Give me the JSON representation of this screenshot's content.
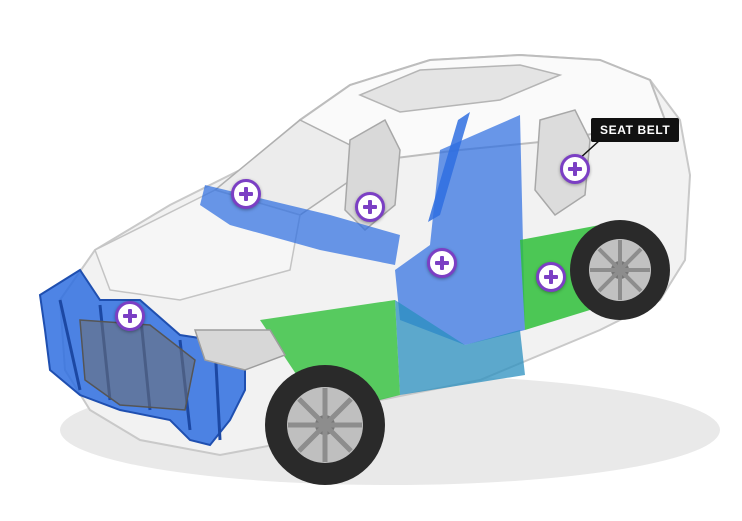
{
  "callout": {
    "label": "SEAT BELT"
  },
  "hotspots": [
    {
      "id": "front-header",
      "icon": "plus-icon"
    },
    {
      "id": "driver-seat",
      "icon": "plus-icon"
    },
    {
      "id": "b-pillar",
      "icon": "plus-icon"
    },
    {
      "id": "seat-belt",
      "icon": "plus-icon"
    },
    {
      "id": "rear-door",
      "icon": "plus-icon"
    },
    {
      "id": "front-end-module",
      "icon": "plus-icon"
    }
  ],
  "colors": {
    "hotspot_ring": "#7b3fc4",
    "structure_blue": "#2f6fe0",
    "door_green": "#2fbf3a",
    "callout_bg": "#111111"
  }
}
